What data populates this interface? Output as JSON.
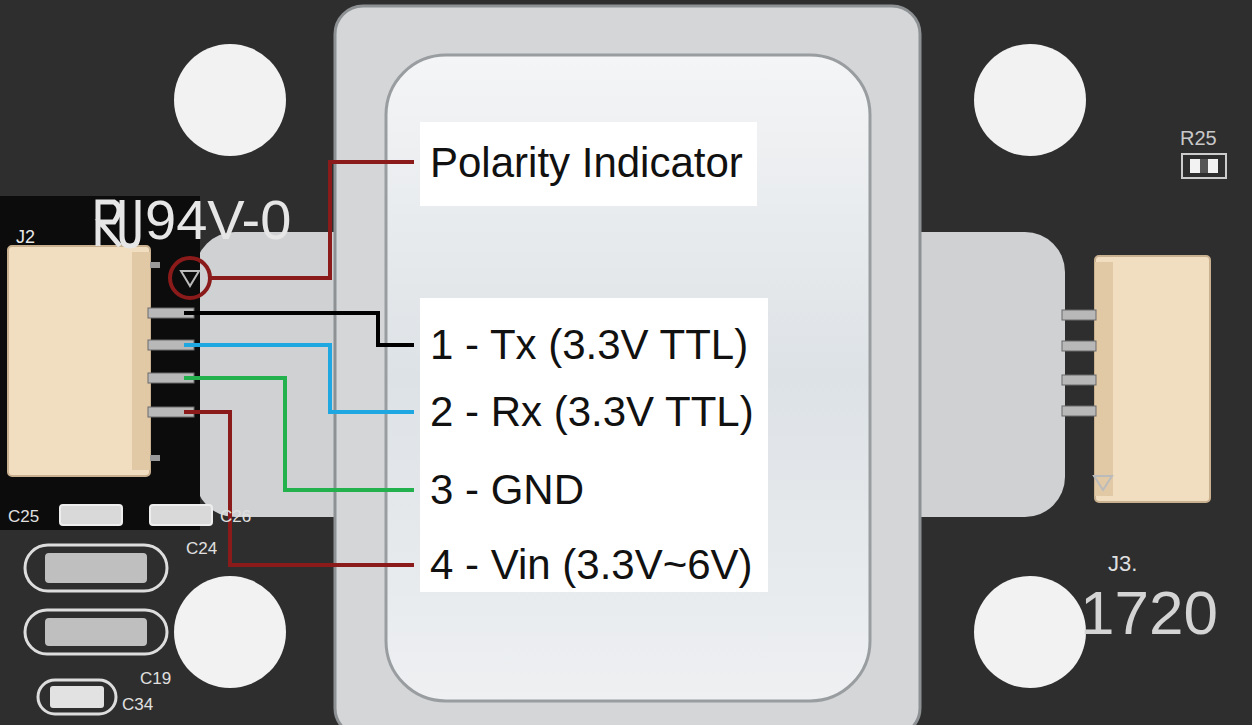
{
  "diagram": {
    "nodes": [
      {
        "text": [
          "Polarity Indicator"
        ]
      },
      {
        "text": [
          "1 - Tx (3.3V TTL)",
          "2 - Rx (3.3V TTL)",
          "3 - GND",
          "4 - Vin (3.3V~6V)"
        ]
      }
    ],
    "labels": [
      "J2",
      "94V-0",
      "R25",
      "C25",
      "C26",
      "C24",
      "C19",
      "C34",
      "J3.",
      "1720"
    ]
  }
}
